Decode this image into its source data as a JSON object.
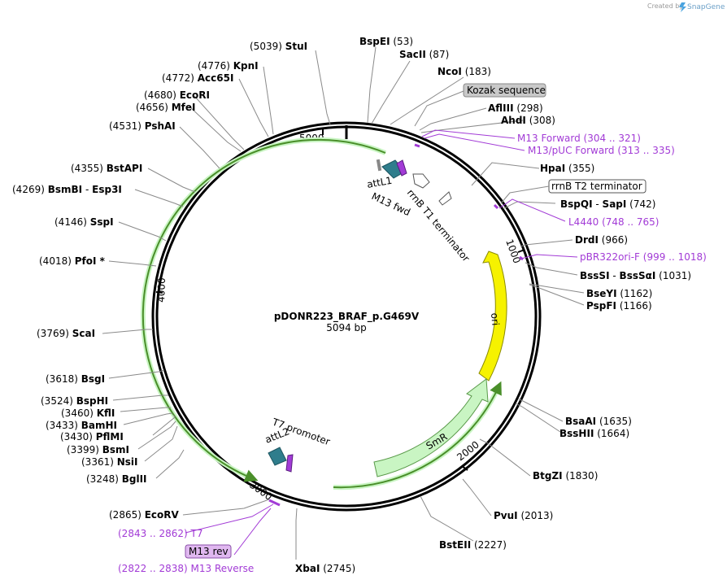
{
  "header": {
    "created_by": "Created by",
    "brand": "SnapGene"
  },
  "plasmid": {
    "name": "pDONR223_BRAF_p.G469V",
    "length_label": "5094 bp"
  },
  "ticks": {
    "t1000": "1000",
    "t2000": "2000",
    "t3000": "3000",
    "t4000": "4000",
    "t5000": "5000"
  },
  "colors": {
    "outline": "#000000",
    "feature_green": "#c9f5c3",
    "feature_green_stroke": "#4a8f2a",
    "ori_yellow": "#f6f200",
    "att_teal": "#2f7d8c",
    "primer_purple": "#a23bd6",
    "leader_gray": "#8a8a8a",
    "kozak_box": "#c9c9c9",
    "m13rev_box": "#e0b8f0"
  },
  "features": {
    "attL1": "attL1",
    "m13_fwd": "M13 fwd",
    "rrnb_t1": "rrnB T1 terminator",
    "ori": "ori",
    "smr": "SmR",
    "t7_promoter": "T7 promoter",
    "attL2": "attL2",
    "kozak": "Kozak sequence",
    "rrnb_t2": "rrnB T2 terminator",
    "m13_rev": "M13 rev"
  },
  "sites": {
    "StuI": {
      "name": "StuI",
      "pos": "(5039)"
    },
    "BspEI": {
      "name": "BspEI",
      "pos": "(53)"
    },
    "SacII": {
      "name": "SacII",
      "pos": "(87)"
    },
    "NcoI": {
      "name": "NcoI",
      "pos": "(183)"
    },
    "AflIII": {
      "name": "AflIII",
      "pos": "(298)"
    },
    "AhdI": {
      "name": "AhdI",
      "pos": "(308)"
    },
    "HpaI": {
      "name": "HpaI",
      "pos": "(355)"
    },
    "BspQI": {
      "name": "BspQI",
      "sep": "-",
      "name2": "SapI",
      "pos": "(742)"
    },
    "DrdI": {
      "name": "DrdI",
      "pos": "(966)"
    },
    "BssSI": {
      "name": "BssSI",
      "sep": "-",
      "name2": "BssSαI",
      "pos": "(1031)"
    },
    "BseYI": {
      "name": "BseYI",
      "pos": "(1162)"
    },
    "PspFI": {
      "name": "PspFI",
      "pos": "(1166)"
    },
    "BsaAI": {
      "name": "BsaAI",
      "pos": "(1635)"
    },
    "BssHII": {
      "name": "BssHII",
      "pos": "(1664)"
    },
    "BtgZI": {
      "name": "BtgZI",
      "pos": "(1830)"
    },
    "PvuI": {
      "name": "PvuI",
      "pos": "(2013)"
    },
    "BstEII": {
      "name": "BstEII",
      "pos": "(2227)"
    },
    "XbaI": {
      "name": "XbaI",
      "pos": "(2745)"
    },
    "EcoRV": {
      "name": "EcoRV",
      "pos": "(2865)"
    },
    "BglII": {
      "name": "BglII",
      "pos": "(3248)"
    },
    "NsiI": {
      "name": "NsiI",
      "pos": "(3361)"
    },
    "BsmI": {
      "name": "BsmI",
      "pos": "(3399)"
    },
    "PflMI": {
      "name": "PflMI",
      "pos": "(3430)"
    },
    "BamHI": {
      "name": "BamHI",
      "pos": "(3433)"
    },
    "KflI": {
      "name": "KflI",
      "pos": "(3460)"
    },
    "BspHI": {
      "name": "BspHI",
      "pos": "(3524)"
    },
    "BsgI": {
      "name": "BsgI",
      "pos": "(3618)"
    },
    "ScaI": {
      "name": "ScaI",
      "pos": "(3769)"
    },
    "PfoI": {
      "name": "PfoI *",
      "pos": "(4018)"
    },
    "SspI": {
      "name": "SspI",
      "pos": "(4146)"
    },
    "BsmBI": {
      "name": "BsmBI",
      "sep": "-",
      "name2": "Esp3I",
      "pos": "(4269)"
    },
    "BstAPI": {
      "name": "BstAPI",
      "pos": "(4355)"
    },
    "PshAI": {
      "name": "PshAI",
      "pos": "(4531)"
    },
    "MfeI": {
      "name": "MfeI",
      "pos": "(4656)"
    },
    "EcoRI": {
      "name": "EcoRI",
      "pos": "(4680)"
    },
    "Acc65I": {
      "name": "Acc65I",
      "pos": "(4772)"
    },
    "KpnI": {
      "name": "KpnI",
      "pos": "(4776)"
    }
  },
  "primers": {
    "M13Forward": {
      "name": "M13 Forward",
      "range": "(304 .. 321)"
    },
    "M13pUC": {
      "name": "M13/pUC Forward",
      "range": "(313 .. 335)"
    },
    "L4440": {
      "name": "L4440",
      "range": "(748 .. 765)"
    },
    "pBR322": {
      "name": "pBR322ori-F",
      "range": "(999 .. 1018)"
    },
    "T7": {
      "name": "T7",
      "range": "(2843 .. 2862)"
    },
    "M13Reverse": {
      "name": "M13 Reverse",
      "range": "(2822 .. 2838)"
    }
  }
}
